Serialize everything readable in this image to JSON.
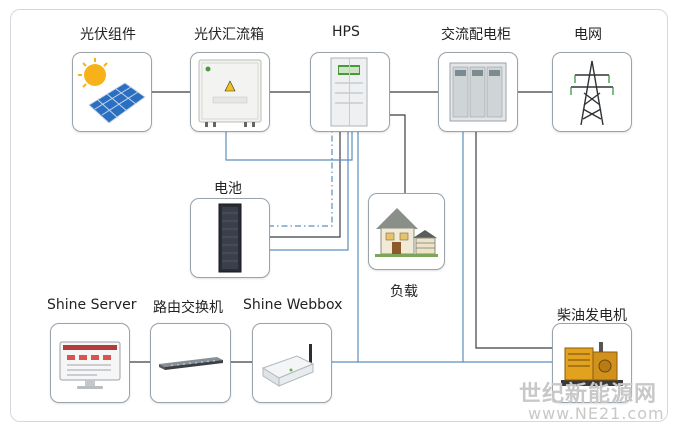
{
  "labels": {
    "pv_module": "光伏组件",
    "combiner_box": "光伏汇流箱",
    "hps": "HPS",
    "ac_cabinet": "交流配电柜",
    "grid": "电网",
    "battery": "电池",
    "load": "负载",
    "shine_server": "Shine Server",
    "router": "路由交换机",
    "shine_webbox": "Shine Webbox",
    "diesel_generator": "柴油发电机"
  },
  "watermark": {
    "name": "世纪新能源网",
    "url": "www.NE21.com"
  },
  "colors": {
    "power_line": "#3a3f45",
    "comm_line": "#5b8fbf",
    "battery_dashdot": "#5b8fbf",
    "node_border": "#9aa2aa"
  }
}
